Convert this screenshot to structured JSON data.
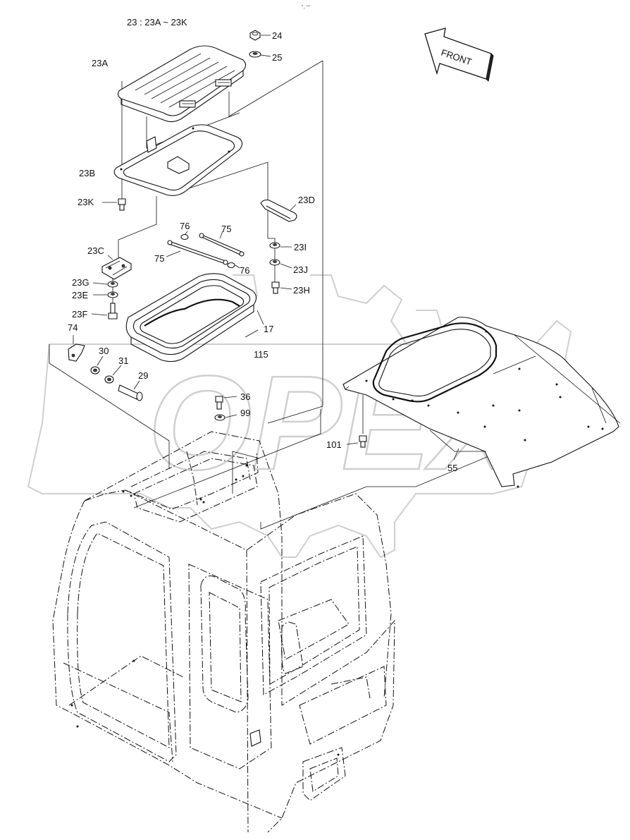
{
  "header": {
    "group_label": "23 : 23A ~ 23K",
    "tiny_mark": "ᴺ˳ ᵃᵃᵃ"
  },
  "front_arrow": {
    "label": "FRONT"
  },
  "watermark": {
    "text": "OPEX",
    "color": "#cfcfcf"
  },
  "callouts": {
    "c24": "24",
    "c25": "25",
    "c23A": "23A",
    "c23B": "23B",
    "c23K": "23K",
    "c23D": "23D",
    "c76a": "76",
    "c75a": "75",
    "c75b": "75",
    "c76b": "76",
    "c23C": "23C",
    "c23I": "23I",
    "c23J": "23J",
    "c23H": "23H",
    "c23G": "23G",
    "c23E": "23E",
    "c23F": "23F",
    "c17": "17",
    "c115": "115",
    "c74": "74",
    "c30": "30",
    "c31": "31",
    "c29": "29",
    "c36": "36",
    "c99": "99",
    "c101": "101",
    "c55": "55"
  }
}
